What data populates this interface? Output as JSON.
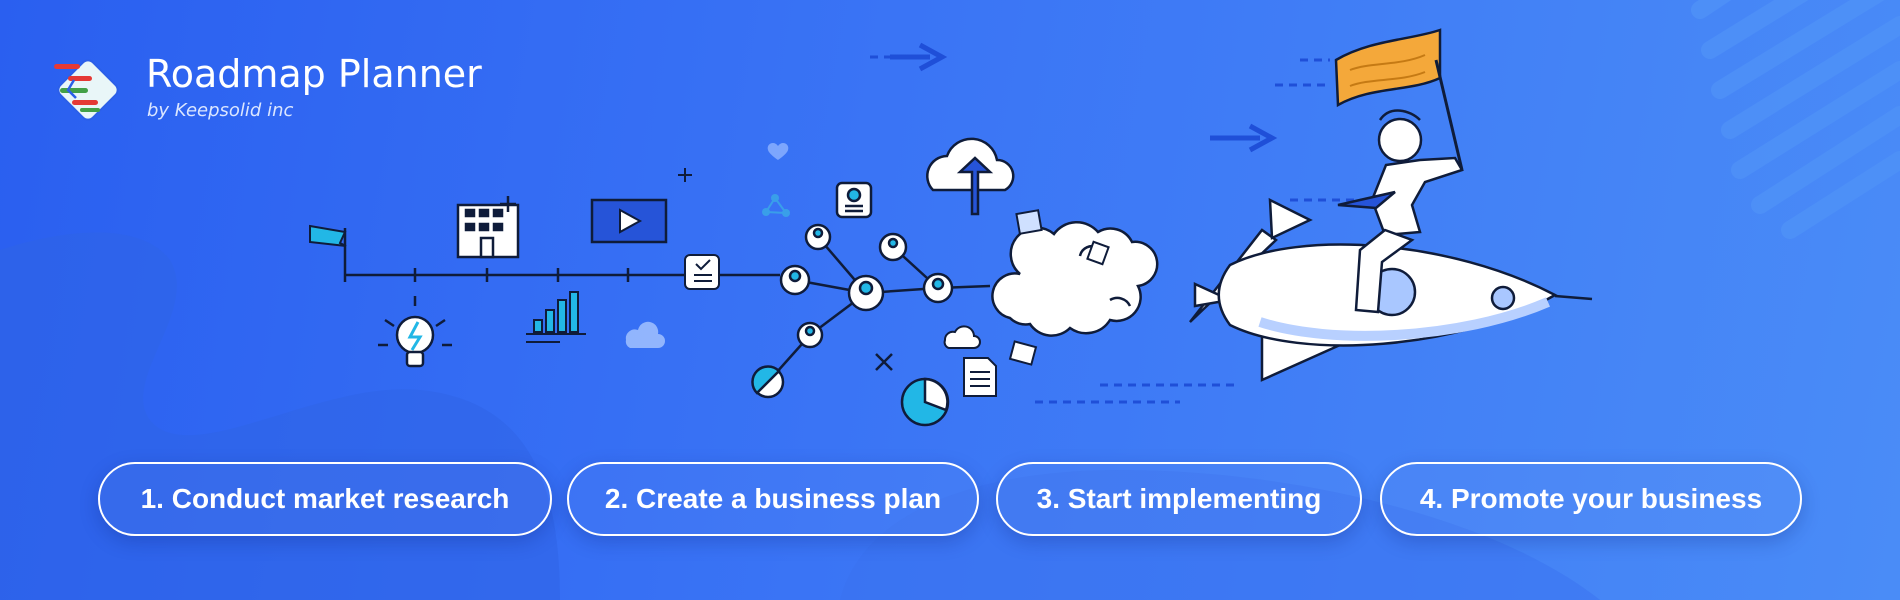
{
  "brand": {
    "title": "Roadmap Planner",
    "subtitle": "by Keepsolid inc",
    "logo_icon": "roadmap-logo-icon"
  },
  "steps": [
    {
      "label": "1. Conduct market research"
    },
    {
      "label": "2. Create a business plan"
    },
    {
      "label": "3. Start implementing"
    },
    {
      "label": "4. Promote your business"
    }
  ],
  "colors": {
    "background_start": "#2a5ff0",
    "background_end": "#4a8cf7",
    "flag_orange": "#f4a83a",
    "accent_cyan": "#1fa2d8",
    "logo_red": "#e53935",
    "logo_green": "#43a047",
    "text_white": "#ffffff"
  },
  "illustration": {
    "icons": [
      "flag-icon",
      "building-icon",
      "video-icon",
      "lightbulb-icon",
      "bar-chart-icon",
      "cloud-icon",
      "checklist-icon",
      "user-network-icon",
      "cloud-upload-icon",
      "pie-chart-icon",
      "document-icon",
      "rocket-icon",
      "person-with-flag-icon",
      "heart-icon",
      "share-icon",
      "smoke-cloud-icon"
    ]
  }
}
